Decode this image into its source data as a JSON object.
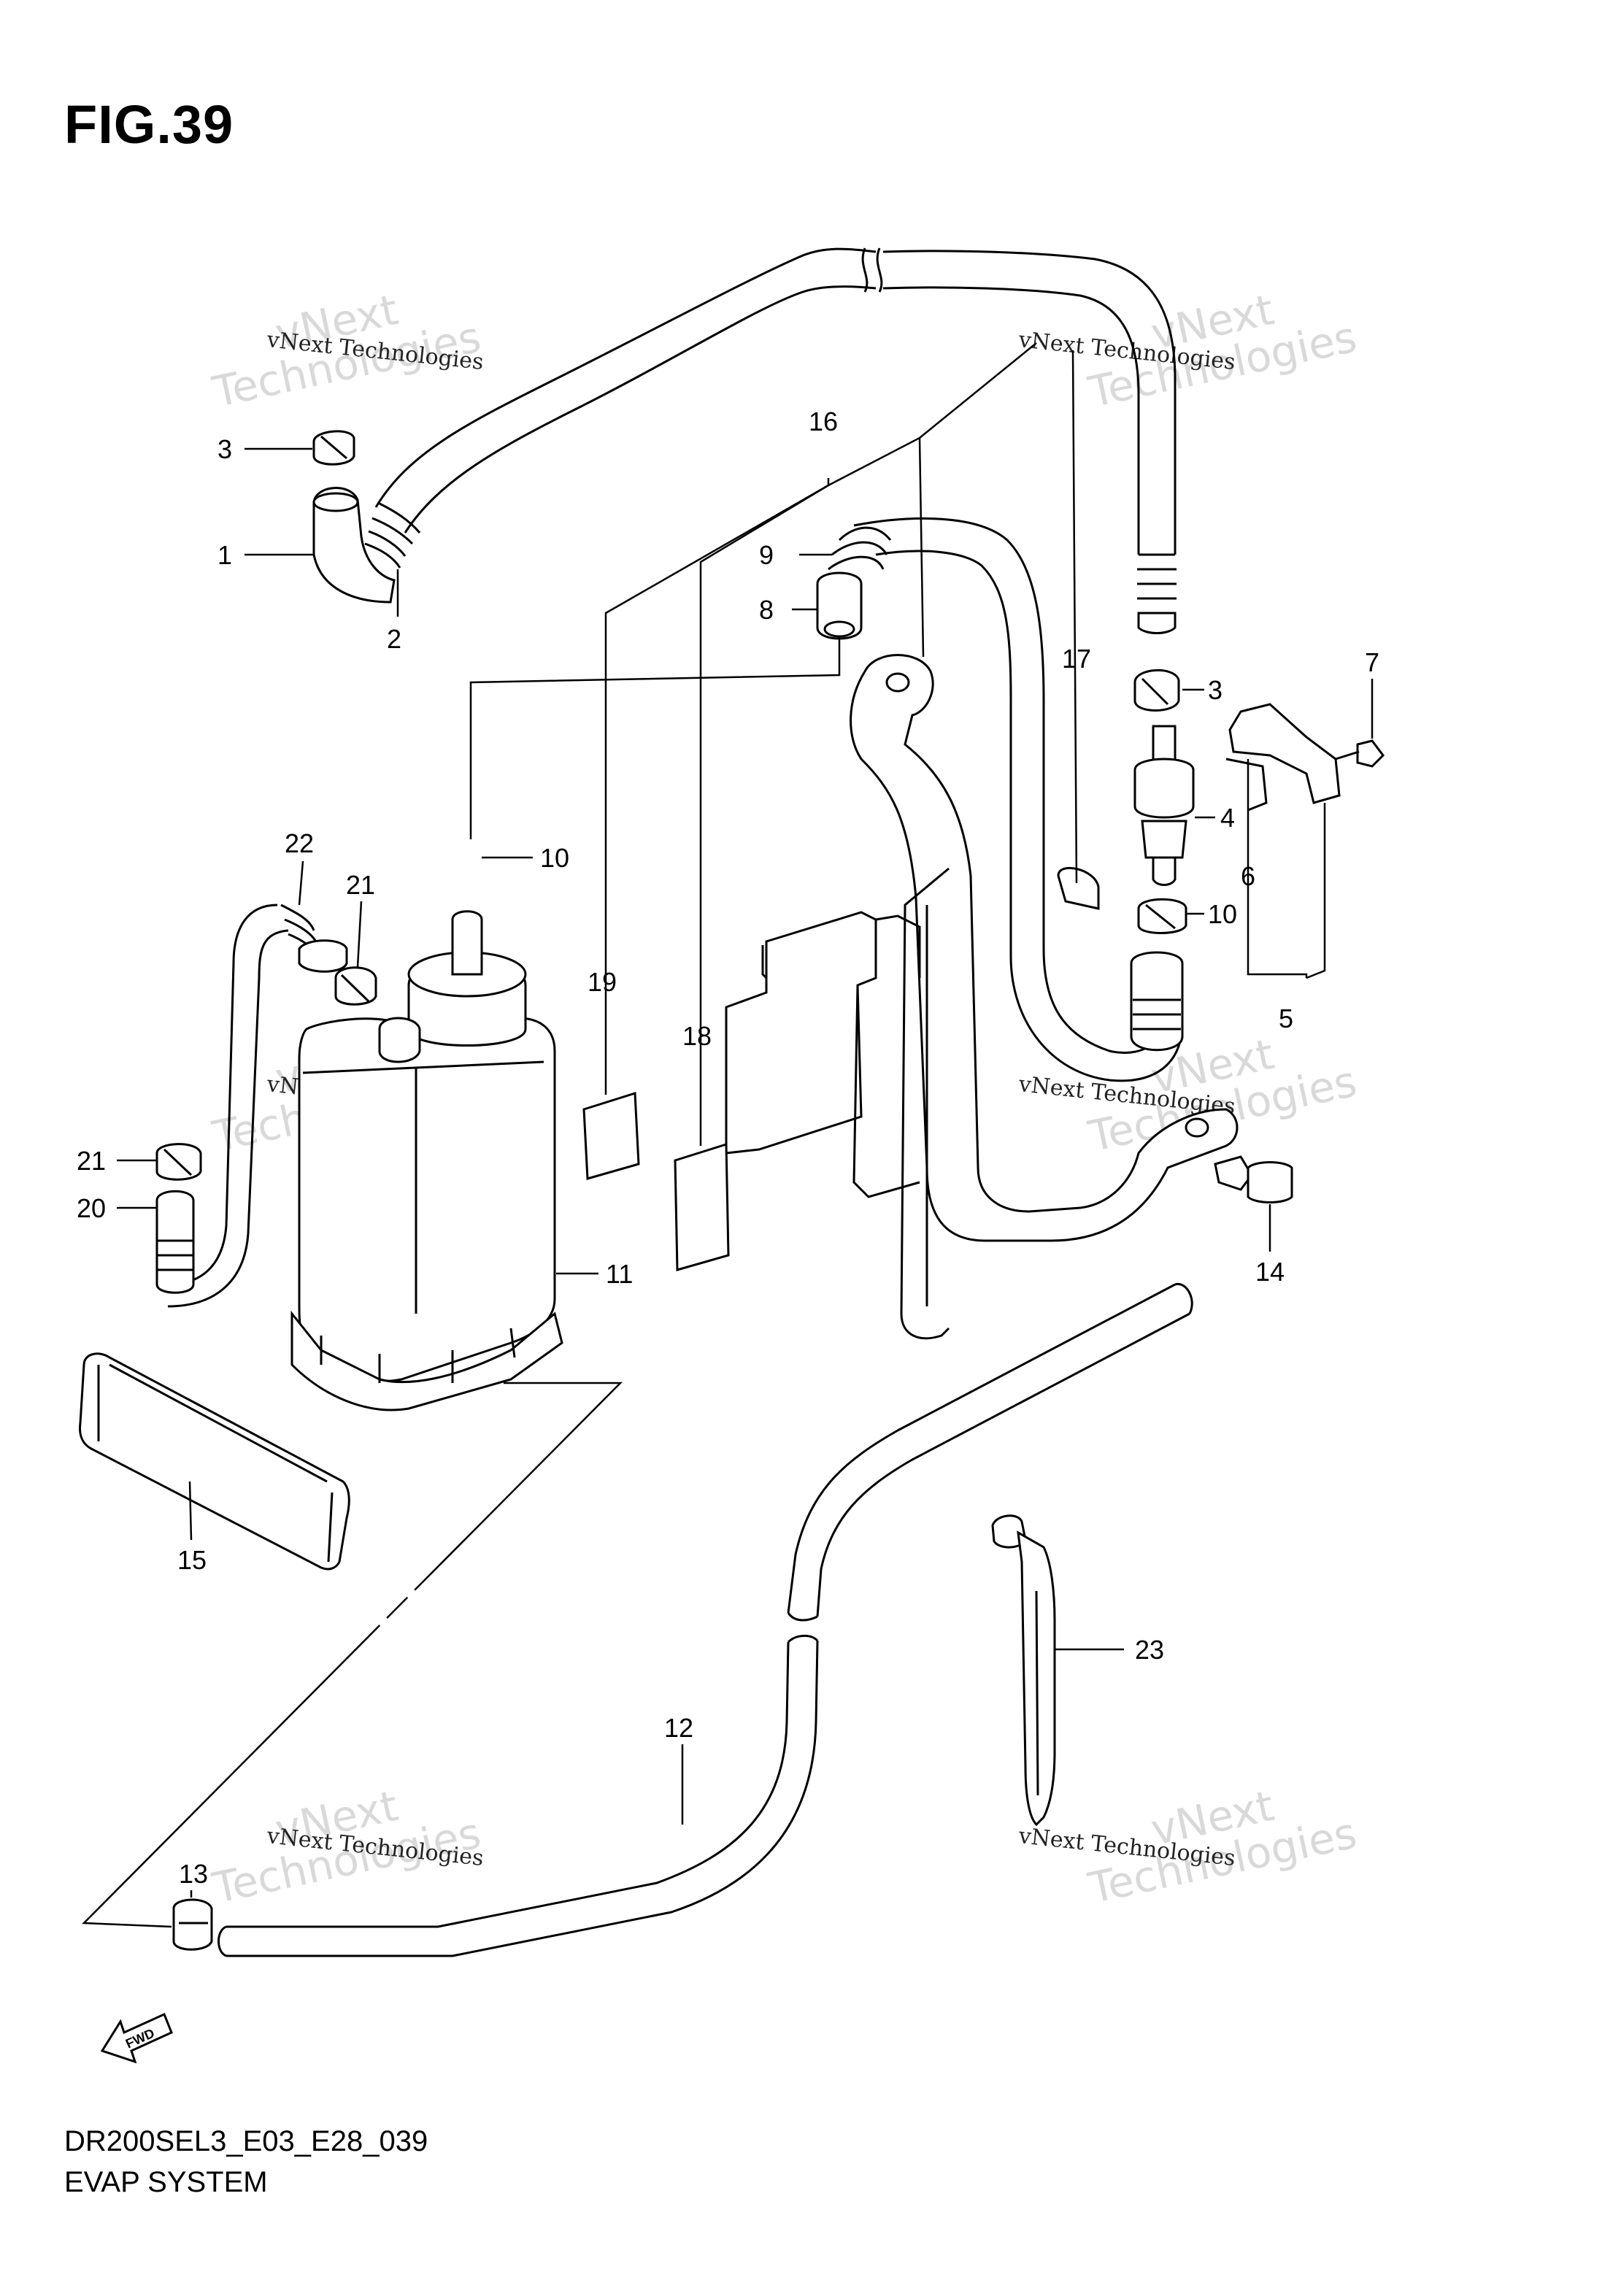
{
  "figure": {
    "title": "FIG.39",
    "code": "DR200SEL3_E03_E28_039",
    "name": "EVAP SYSTEM"
  },
  "watermark": {
    "line1": "vNext",
    "line2": "Technologies",
    "small": "vNext Technologies"
  },
  "fwd_arrow_label": "FWD",
  "callouts": {
    "c1": "1",
    "c2": "2",
    "c3a": "3",
    "c3b": "3",
    "c4": "4",
    "c5": "5",
    "c6": "6",
    "c7": "7",
    "c8": "8",
    "c9": "9",
    "c10a": "10",
    "c10b": "10",
    "c11": "11",
    "c12": "12",
    "c13": "13",
    "c14": "14",
    "c15": "15",
    "c16": "16",
    "c17": "17",
    "c18": "18",
    "c19": "19",
    "c20": "20",
    "c21a": "21",
    "c21b": "21",
    "c22": "22",
    "c23": "23"
  },
  "colors": {
    "line": "#000000",
    "watermark": "#d9d9d9",
    "background": "#ffffff"
  }
}
